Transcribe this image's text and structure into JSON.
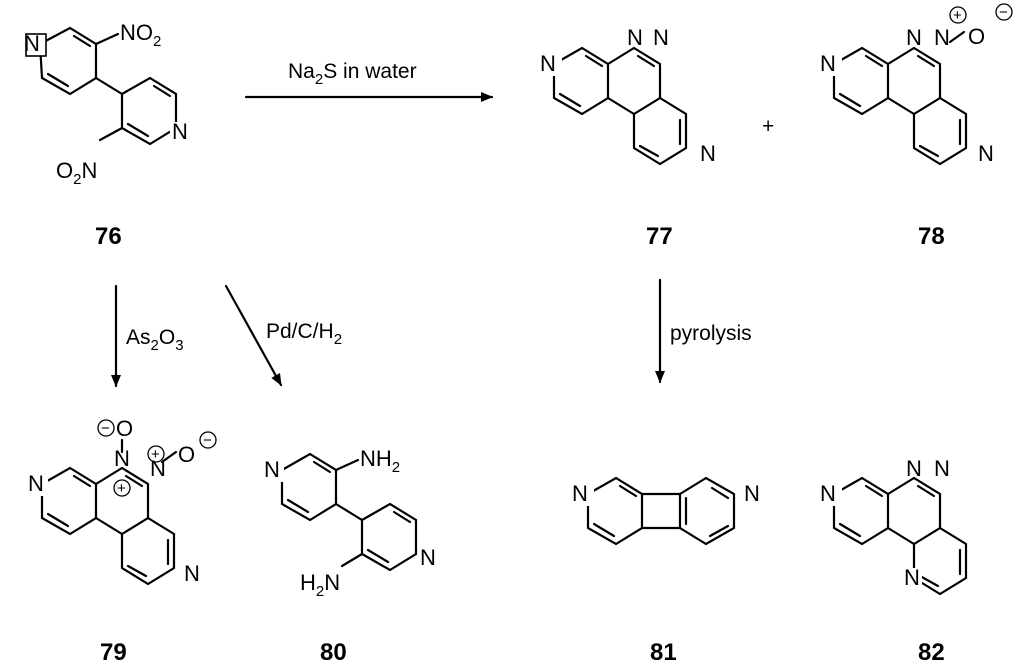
{
  "compounds": {
    "c76": "76",
    "c77": "77",
    "c78": "78",
    "c79": "79",
    "c80": "80",
    "c81": "81",
    "c82": "82"
  },
  "conditions": {
    "na2s_main": "Na",
    "na2s_sub": "2",
    "na2s_rest": "S in water",
    "as2o3_a": "As",
    "as2o3_b": "2",
    "as2o3_c": "O",
    "as2o3_d": "3",
    "pd_main": "Pd/C/H",
    "pd_sub": "2",
    "pyrolysis": "pyrolysis",
    "plus": "+"
  },
  "atoms": {
    "N": "N",
    "O": "O",
    "NO": "NO",
    "two": "2",
    "NH": "NH",
    "H": "H",
    "plus_sign": "+",
    "minus_sign": "−"
  }
}
